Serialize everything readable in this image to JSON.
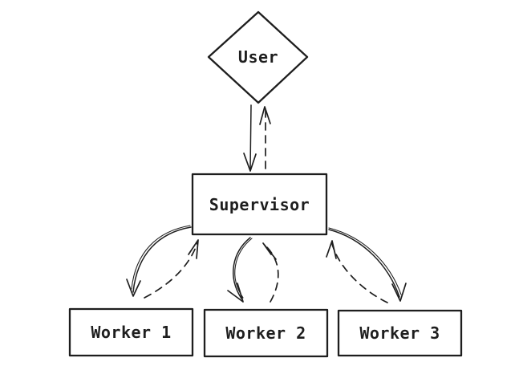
{
  "canvas": {
    "background_color": "#ffffff",
    "stroke_color": "#1e1e1e",
    "style": "hand-drawn-sketch"
  },
  "nodes": {
    "user": {
      "label": "User",
      "shape": "diamond"
    },
    "supervisor": {
      "label": "Supervisor",
      "shape": "rectangle"
    },
    "worker1": {
      "label": "Worker 1",
      "shape": "rectangle"
    },
    "worker2": {
      "label": "Worker 2",
      "shape": "rectangle"
    },
    "worker3": {
      "label": "Worker 3",
      "shape": "rectangle"
    }
  },
  "edges": [
    {
      "from": "User",
      "to": "Supervisor",
      "style": "solid",
      "direction": "down"
    },
    {
      "from": "Supervisor",
      "to": "User",
      "style": "dashed",
      "direction": "up"
    },
    {
      "from": "Supervisor",
      "to": "Worker 1",
      "style": "solid",
      "direction": "down"
    },
    {
      "from": "Worker 1",
      "to": "Supervisor",
      "style": "dashed",
      "direction": "up"
    },
    {
      "from": "Supervisor",
      "to": "Worker 2",
      "style": "solid",
      "direction": "down"
    },
    {
      "from": "Worker 2",
      "to": "Supervisor",
      "style": "dashed",
      "direction": "up"
    },
    {
      "from": "Supervisor",
      "to": "Worker 3",
      "style": "solid",
      "direction": "down"
    },
    {
      "from": "Worker 3",
      "to": "Supervisor",
      "style": "dashed",
      "direction": "up"
    }
  ]
}
